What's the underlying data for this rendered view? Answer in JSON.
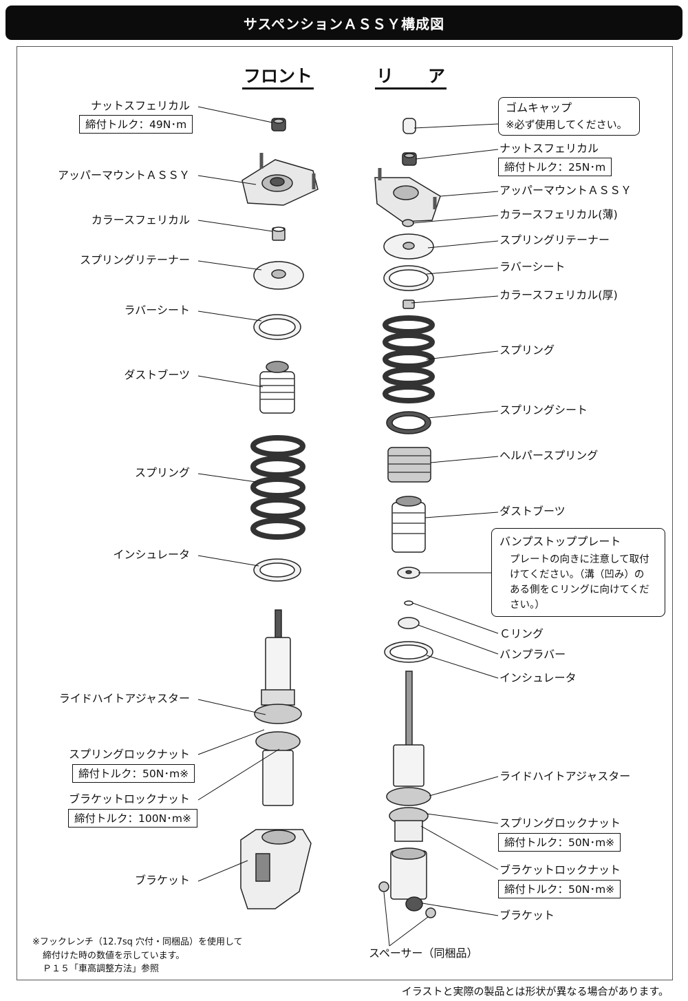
{
  "title": "サスペンションＡＳＳＹ構成図",
  "front_heading": "フロント",
  "rear_heading": "リ　　ア",
  "front": {
    "nut_spherical": "ナットスフェリカル",
    "nut_torque": "締付トルク：49N･m",
    "upper_mount": "アッパーマウントＡＳＳＹ",
    "collar": "カラースフェリカル",
    "retainer": "スプリングリテーナー",
    "rubber_seat": "ラバーシート",
    "dust_boot": "ダストブーツ",
    "spring": "スプリング",
    "insulator": "インシュレータ",
    "ride_height": "ライドハイトアジャスター",
    "spring_lock": "スプリングロックナット",
    "spring_lock_torque": "締付トルク：50N･m※",
    "bracket_lock": "ブラケットロックナット",
    "bracket_lock_torque": "締付トルク：100N･m※",
    "bracket": "ブラケット"
  },
  "rear": {
    "rubber_cap": "ゴムキャップ",
    "rubber_cap_note": "※必ず使用してください。",
    "nut_spherical": "ナットスフェリカル",
    "nut_torque": "締付トルク：25N･m",
    "upper_mount": "アッパーマウントＡＳＳＹ",
    "collar_thin": "カラースフェリカル(薄)",
    "retainer": "スプリングリテーナー",
    "rubber_seat": "ラバーシート",
    "collar_thick": "カラースフェリカル(厚)",
    "spring": "スプリング",
    "spring_seat": "スプリングシート",
    "helper_spring": "ヘルパースプリング",
    "dust_boot": "ダストブーツ",
    "bump_plate": "バンプストッププレート",
    "bump_plate_note_1": "プレートの向きに注意して取付",
    "bump_plate_note_2": "けてください。（溝（凹み）の",
    "bump_plate_note_3": "ある側をＣリングに向けてくだ",
    "bump_plate_note_4": "さい。）",
    "c_ring": "Ｃリング",
    "bump_rubber": "バンプラバー",
    "insulator": "インシュレータ",
    "ride_height": "ライドハイトアジャスター",
    "spring_lock": "スプリングロックナット",
    "spring_lock_torque": "締付トルク：50N･m※",
    "bracket_lock": "ブラケットロックナット",
    "bracket_lock_torque": "締付トルク：50N･m※",
    "bracket": "ブラケット",
    "spacer": "スペーサー（同梱品）"
  },
  "footnote_1": "※フックレンチ（12.7sq 穴付・同梱品）を使用して",
  "footnote_2": "締付けた時の数値を示しています。",
  "footnote_3": "Ｐ１５「車高調整方法」参照",
  "disclaimer": "イラストと実際の製品とは形状が異なる場合があります。"
}
